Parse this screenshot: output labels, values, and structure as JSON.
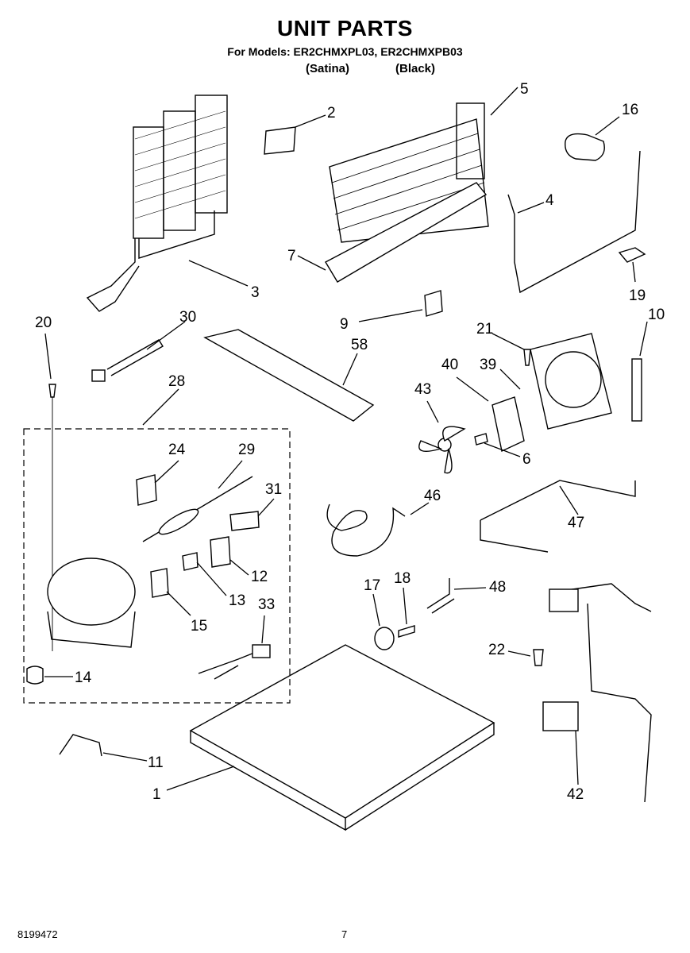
{
  "header": {
    "title": "UNIT PARTS",
    "models_line": "For Models: ER2CHMXPL03, ER2CHMXPB03",
    "variant_1": "(Satina)",
    "variant_2": "(Black)"
  },
  "callouts": [
    "1",
    "2",
    "3",
    "4",
    "5",
    "6",
    "7",
    "9",
    "10",
    "11",
    "12",
    "13",
    "14",
    "15",
    "16",
    "17",
    "18",
    "19",
    "20",
    "21",
    "22",
    "24",
    "28",
    "29",
    "30",
    "31",
    "33",
    "39",
    "40",
    "42",
    "43",
    "46",
    "47",
    "48",
    "58"
  ],
  "footer": {
    "doc_number": "8199472",
    "page_number": "7"
  }
}
